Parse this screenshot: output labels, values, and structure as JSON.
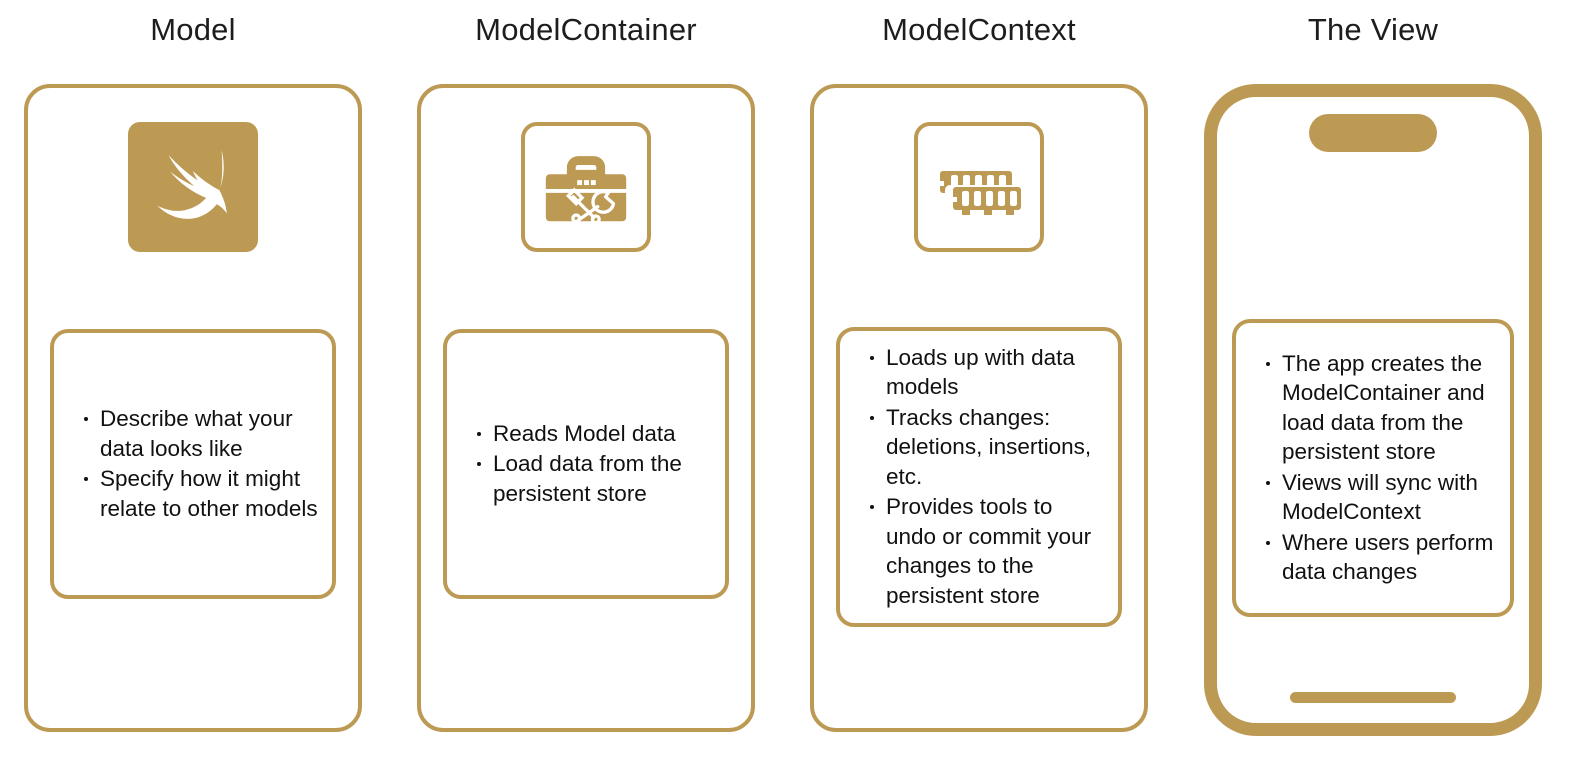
{
  "accent_color": "#BD9A54",
  "text_color": "#111111",
  "background": "#FFFFFF",
  "columns": [
    {
      "title": "Model",
      "icon": "swift-bird-icon",
      "icon_style": "filled-tile",
      "frame": "card",
      "bullets": [
        "Describe what your data looks like",
        "Specify how it might relate to other models"
      ]
    },
    {
      "title": "ModelContainer",
      "icon": "toolbox-icon",
      "icon_style": "outline-tile",
      "frame": "card",
      "bullets": [
        "Reads Model data",
        "Load data from the persistent store"
      ]
    },
    {
      "title": "ModelContext",
      "icon": "memory-ram-icon",
      "icon_style": "outline-tile",
      "frame": "card",
      "bullets": [
        "Loads up with data models",
        "Tracks changes: deletions, insertions, etc.",
        "Provides tools to undo or commit your changes to the persistent store"
      ]
    },
    {
      "title": "The View",
      "icon": "dynamic-island-icon",
      "icon_style": "phone",
      "frame": "phone",
      "bullets": [
        "The app creates the ModelContainer and load data from the persistent store",
        "Views will sync with ModelContext",
        "Where users perform data changes"
      ]
    }
  ]
}
